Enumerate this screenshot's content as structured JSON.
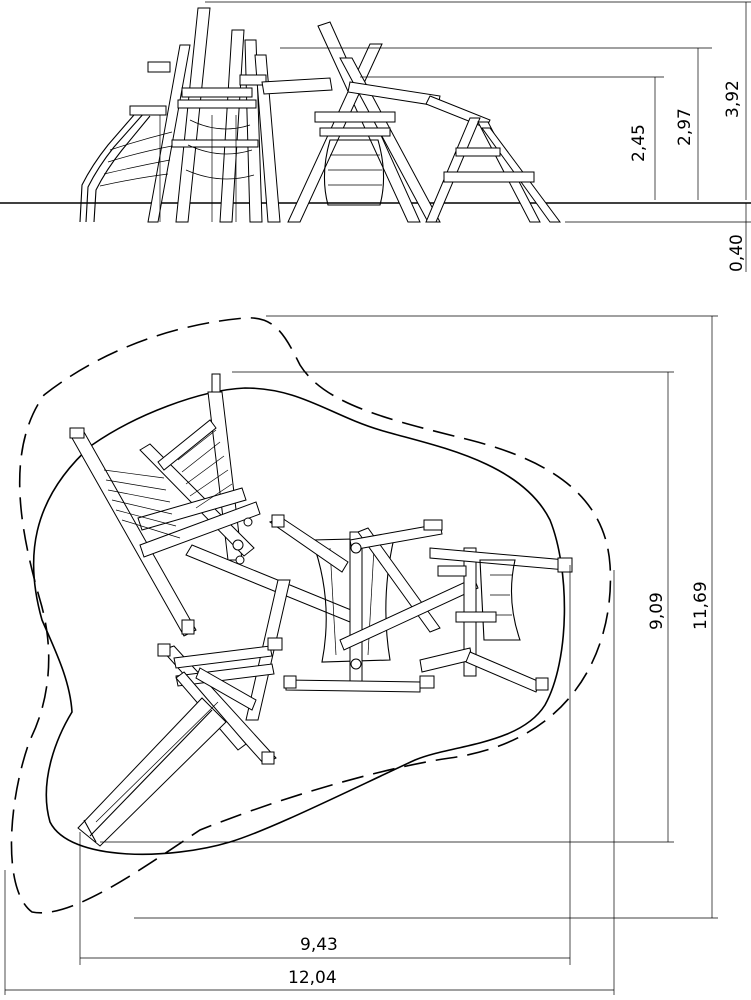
{
  "elevation": {
    "dimensions": {
      "height_1": "2,45",
      "height_2": "2,97",
      "height_3": "3,92",
      "depth": "0,40"
    }
  },
  "plan": {
    "dimensions": {
      "inner_height": "9,09",
      "outer_height": "11,69",
      "inner_width": "9,43",
      "outer_width": "12,04"
    }
  }
}
